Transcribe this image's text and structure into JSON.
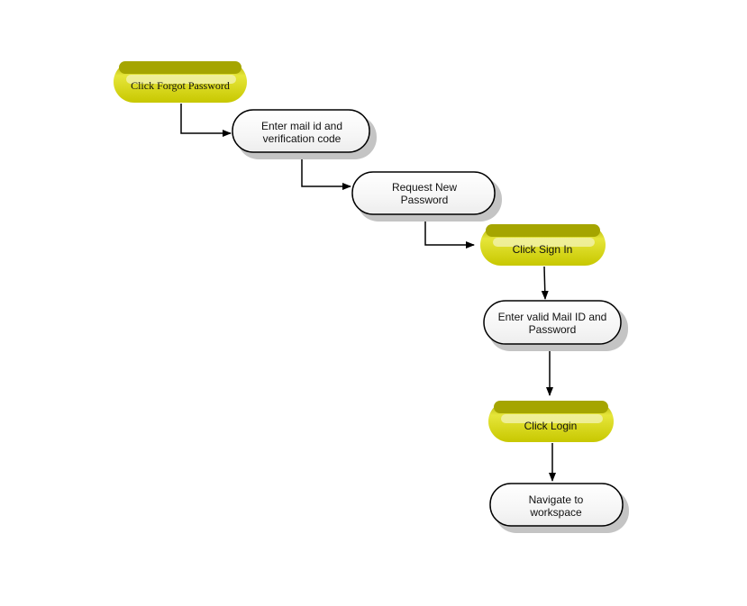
{
  "colors": {
    "yellow_top": "#b8b800",
    "yellow_body": "#d4d400",
    "yellow_shine": "#f3f3b8",
    "yellow_side": "#9a9a00",
    "white_fill": "#ffffff",
    "stroke": "#000000",
    "shadow": "#bdbdbd"
  },
  "nodes": {
    "forgot": {
      "line1": "Click Forgot Password"
    },
    "enter_mail": {
      "line1": "Enter mail id and",
      "line2": "verification code"
    },
    "request": {
      "line1": "Request New",
      "line2": "Password"
    },
    "signin": {
      "line1": "Click Sign In"
    },
    "enter_valid": {
      "line1": "Enter valid Mail ID and",
      "line2": "Password"
    },
    "login": {
      "line1": "Click Login"
    },
    "navigate": {
      "line1": "Navigate to",
      "line2": "workspace"
    }
  }
}
